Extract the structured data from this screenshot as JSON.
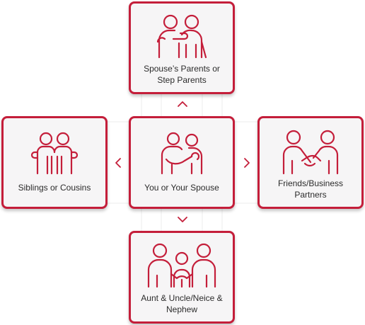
{
  "colors": {
    "accent": "#c41e3a",
    "card_bg": "#f6f5f6",
    "text": "#2b2b2b"
  },
  "cards": {
    "top": {
      "label": "Spouse’s Parents or\nStep Parents",
      "icon": "couple-icon"
    },
    "left": {
      "label": "Siblings or Cousins",
      "icon": "siblings-icon"
    },
    "center": {
      "label": "You or Your Spouse",
      "icon": "hugging-couple-icon"
    },
    "right": {
      "label": "Friends/Business\nPartners",
      "icon": "handshake-icon"
    },
    "bottom": {
      "label": "Aunt & Uncle/Neice &\nNephew",
      "icon": "family-icon"
    }
  }
}
